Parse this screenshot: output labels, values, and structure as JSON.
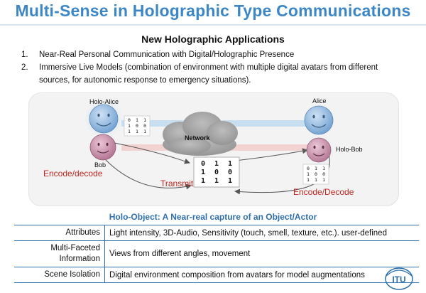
{
  "title": "Multi-Sense in Holographic Type Communications",
  "subtitle": "New Holographic Applications",
  "apps": [
    {
      "num": "1.",
      "lines": [
        "Near-Real Personal Communication with Digital/Holographic Presence"
      ]
    },
    {
      "num": "2.",
      "lines": [
        "Immersive Live Models (combination of environment with multiple digital avatars from different",
        "sources, for autonomic response to emergency situations)."
      ]
    }
  ],
  "diagram": {
    "holo_alice": "Holo-Alice",
    "bob": "Bob",
    "alice": "Alice",
    "holo_bob": "Holo-Bob",
    "network": "Network",
    "encode_decode_left": "Encode/decode",
    "transmit": "Transmit",
    "encode_decode_right": "Encode/Decode",
    "matrix_center": [
      [
        "0",
        "1",
        "1"
      ],
      [
        "1",
        "0",
        "0"
      ],
      [
        "1",
        "1",
        "1"
      ]
    ],
    "matrix_left": [
      [
        "0",
        "1",
        "1"
      ],
      [
        "1",
        "0",
        "0"
      ],
      [
        "1",
        "1",
        "1"
      ]
    ],
    "matrix_right": [
      [
        "0",
        "1",
        "1"
      ],
      [
        "1",
        "0",
        "0"
      ],
      [
        "1",
        "1",
        "1"
      ]
    ]
  },
  "caption": "Holo-Object:  A Near-real capture of an Object/Actor",
  "table": [
    {
      "key_lines": [
        "Attributes"
      ],
      "value": "Light intensity, 3D-Audio, Sensitivity (touch, smell, texture, etc.). user-defined"
    },
    {
      "key_lines": [
        "Multi-Faceted",
        "Information"
      ],
      "value": "Views from different angles, movement"
    },
    {
      "key_lines": [
        "Scene Isolation"
      ],
      "value": "Digital environment composition from avatars for model augmentations"
    }
  ],
  "logo": "ITU",
  "colors": {
    "title": "#3d87c6",
    "accent_red": "#c0281f",
    "rule_blue": "#2e6fad",
    "face_blue": "#8fb6de",
    "face_pink": "#c98aa6"
  }
}
